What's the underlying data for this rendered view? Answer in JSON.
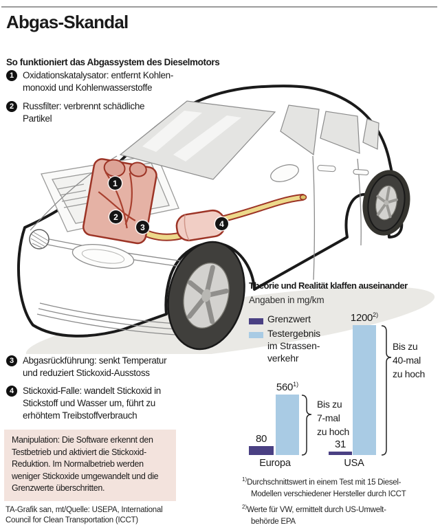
{
  "meta": {
    "title": "Abgas-Skandal"
  },
  "intro": {
    "heading": "So funktioniert das Abgassystem des Dieselmotors",
    "items": [
      {
        "num": "1",
        "text": "Oxidationskatalysator: entfernt Kohlen-\nmonoxid und Kohlenwasserstoffe"
      },
      {
        "num": "2",
        "text": "Russfilter: verbrennt schädliche\nPartikel"
      },
      {
        "num": "3",
        "text": "Abgasrückführung: senkt Temperatur\nund reduziert Stickoxid-Ausstoss"
      },
      {
        "num": "4",
        "text": "Stickoxid-Falle: wandelt Stickoxid in\nStickstoff und Wasser um, führt zu\nerhöhtem Treibstoffverbrauch"
      }
    ]
  },
  "car_markers": [
    "1",
    "2",
    "3",
    "4"
  ],
  "chart_data": {
    "type": "bar",
    "title": "Theorie und Realität klaffen auseinander",
    "units_label": "Angaben in mg/km",
    "categories": [
      "Europa",
      "USA"
    ],
    "series": [
      {
        "name": "Grenzwert",
        "color": "#4a4083",
        "values": [
          80,
          31
        ]
      },
      {
        "name": "Testergebnis im Strassenverkehr",
        "color": "#a9cbe4",
        "values": [
          560,
          1200
        ]
      }
    ],
    "ylim": [
      0,
      1200
    ],
    "legend": [
      {
        "label": "Grenzwert"
      },
      {
        "label": "Testergebnis\nim Strassen-\nverkehr"
      }
    ],
    "bar_labels": [
      {
        "value": "80",
        "sup": ""
      },
      {
        "value": "560",
        "sup": "1)"
      },
      {
        "value": "31",
        "sup": ""
      },
      {
        "value": "1200",
        "sup": "2)"
      }
    ],
    "annotations": [
      "Bis zu\n7-mal\nzu hoch",
      "Bis zu\n40-mal\nzu hoch"
    ],
    "legend_position": "left",
    "grid": false
  },
  "footnotes": [
    {
      "marker": "1)",
      "text": "Durchschnittswert in einem Test mit 15 Diesel-\nModellen verschiedener Hersteller durch ICCT"
    },
    {
      "marker": "2)",
      "text": "Werte für VW, ermittelt durch US-Umwelt-\nbehörde EPA"
    }
  ],
  "manipulation_box": {
    "bg": "#f3e3dd",
    "text": "Manipulation: Die Software erkennt den\nTestbetrieb und aktiviert die Stickoxid-\nReduktion. Im Normalbetrieb werden\nweniger Stickoxide umgewandelt und die\nGrenzwerte überschritten."
  },
  "credit": "TA-Grafik san, mt/Quelle: USEPA, International\nCouncil for Clean Transportation (ICCT)",
  "colors": {
    "highlight_red": "#9c3325",
    "component_fill": "#e5b2a5",
    "muffler_fill": "#f1cec5",
    "pipe_yellow": "#ecd98b",
    "rule_gray": "#9b9b9b"
  }
}
